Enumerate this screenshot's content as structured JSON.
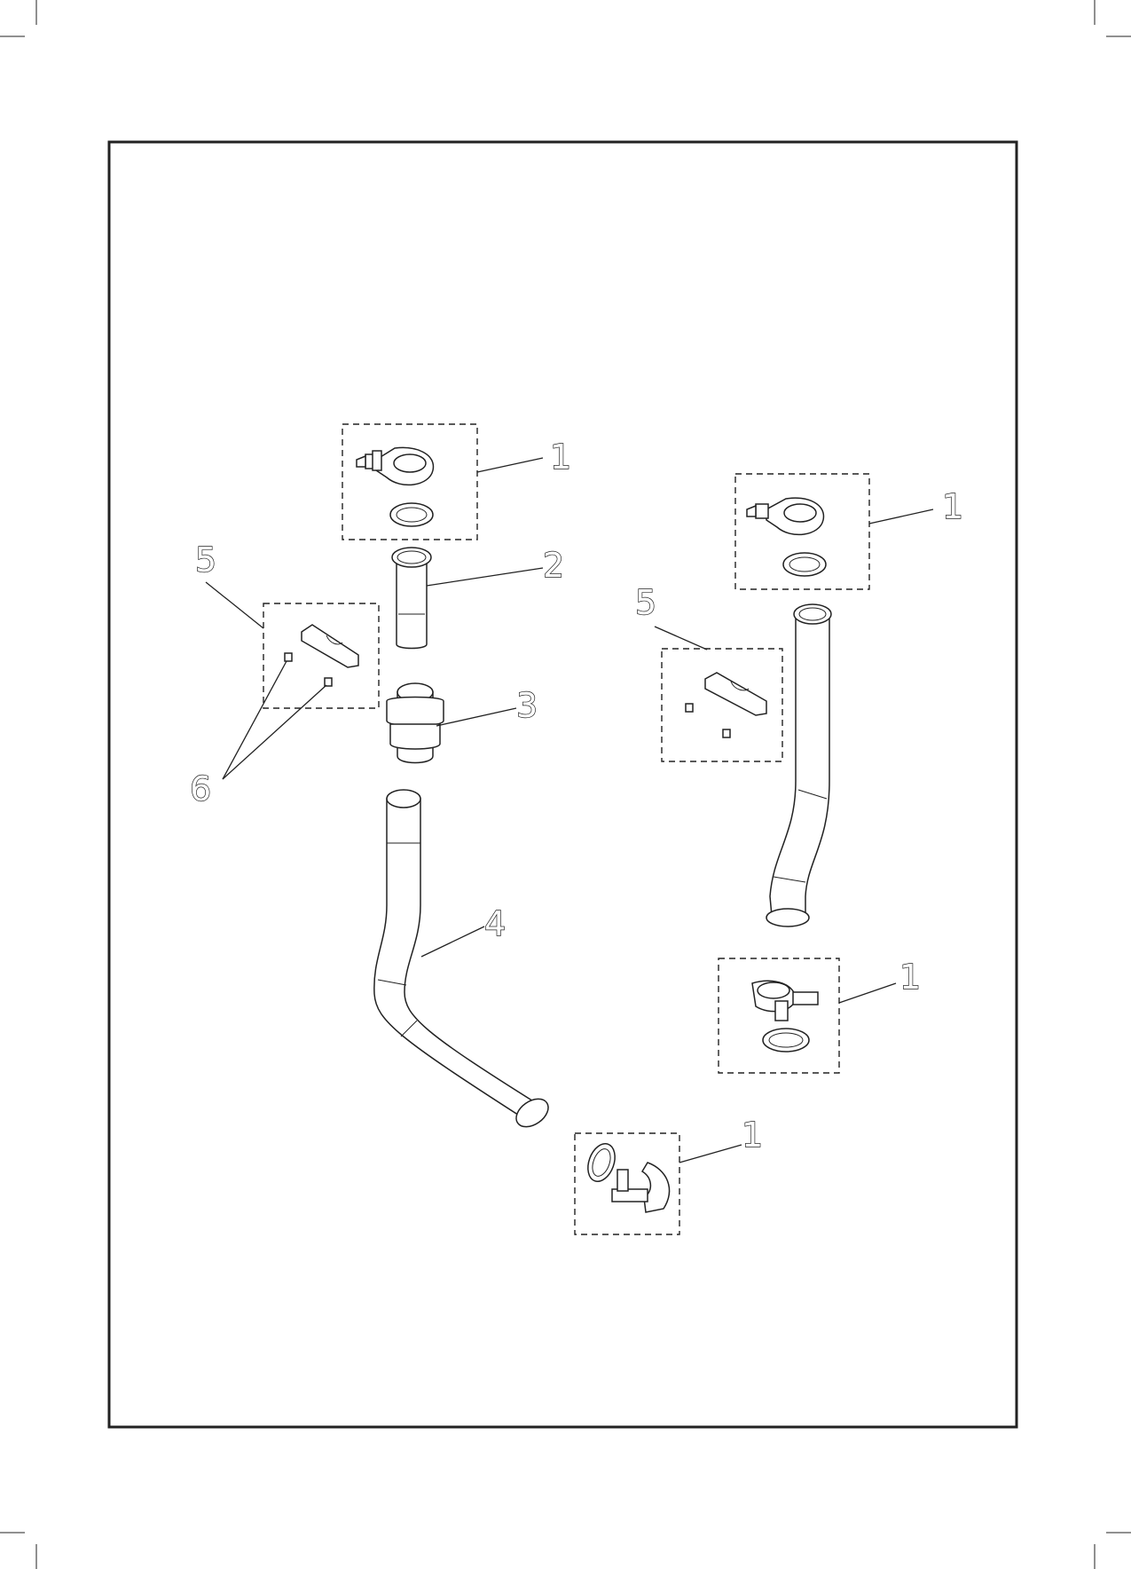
{
  "callouts": {
    "c1a": "1",
    "c1b": "1",
    "c1c": "1",
    "c1d": "1",
    "c2": "2",
    "c3": "3",
    "c4": "4",
    "c5a": "5",
    "c5b": "5",
    "c6": "6"
  },
  "colors": {
    "ink": "#222222",
    "paper": "#ffffff"
  }
}
